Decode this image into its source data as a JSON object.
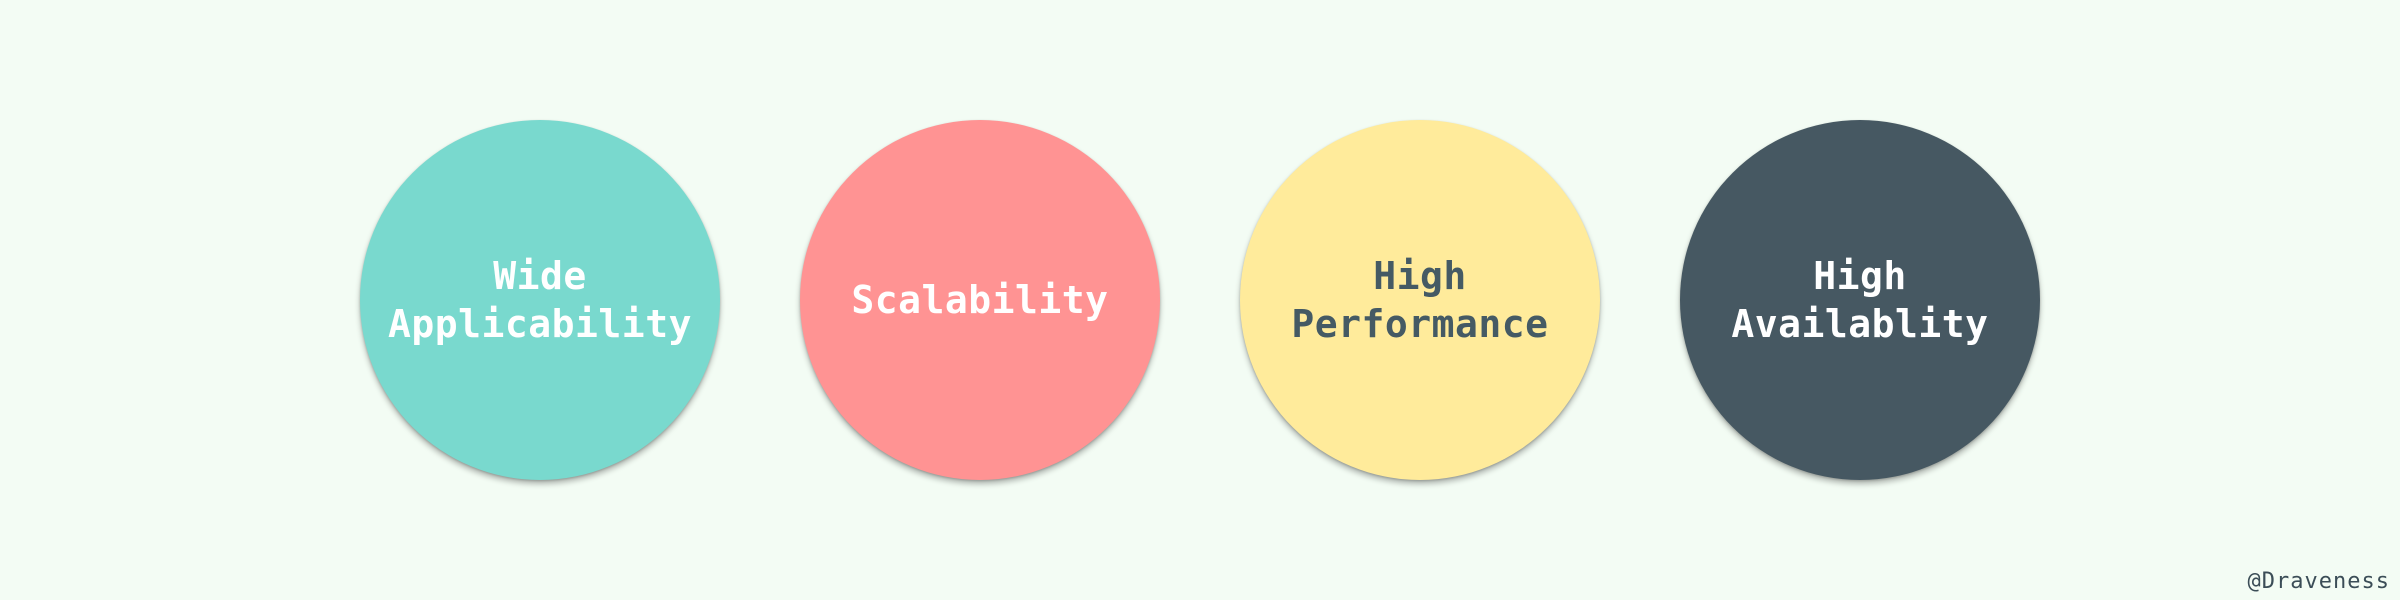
{
  "circles": [
    {
      "lines": [
        "Wide",
        "Applicability"
      ],
      "color": "#79d9ce",
      "text_color": "#ffffff"
    },
    {
      "lines": [
        "Scalability"
      ],
      "color": "#ff9393",
      "text_color": "#ffffff"
    },
    {
      "lines": [
        "High",
        "Performance"
      ],
      "color": "#ffeb9b",
      "text_color": "#455a64"
    },
    {
      "lines": [
        "High",
        "Availablity"
      ],
      "color": "#465862",
      "text_color": "#ffffff"
    }
  ],
  "watermark": "@Draveness",
  "background": "#f3fcf4"
}
